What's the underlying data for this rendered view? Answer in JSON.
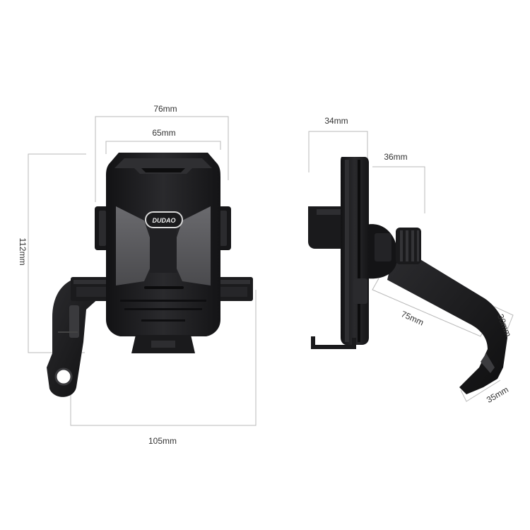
{
  "brand": {
    "logo_text": "DUDAO"
  },
  "dimensions": {
    "front_outer_width": "76mm",
    "front_inner_width": "65mm",
    "front_height": "112mm",
    "front_base_width": "105mm",
    "side_depth": "34mm",
    "side_knob": "36mm",
    "arm_length": "75mm",
    "arm_drop": "30mm",
    "arm_foot": "35mm"
  },
  "colors": {
    "body": "#1e1e20",
    "panel": "#5a5a5d",
    "dimension_line": "#b9b9b9",
    "label": "#333333"
  }
}
